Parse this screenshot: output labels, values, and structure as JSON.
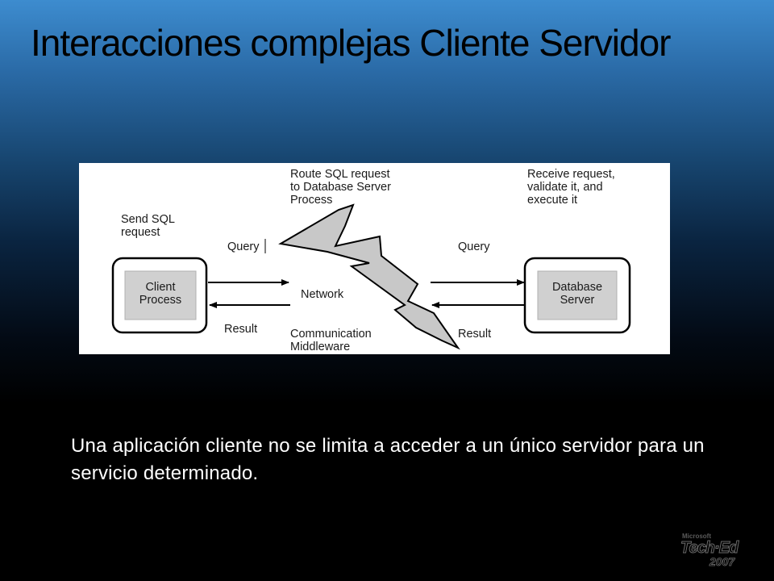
{
  "slide": {
    "title": "Interacciones complejas Cliente Servidor",
    "body": "Una aplicación cliente no se limita a acceder a un único servidor para un servicio determinado."
  },
  "diagram": {
    "send_sql": "Send SQL\nrequest",
    "query_left": "Query",
    "result_left": "Result",
    "client_box": "Client\nProcess",
    "route": "Route SQL request\nto Database Server\nProcess",
    "network": "Network",
    "middleware": "Communication\nMiddleware",
    "receive": "Receive request,\nvalidate it, and\nexecute it",
    "query_right": "Query",
    "result_right": "Result",
    "server_box": "Database\nServer"
  },
  "logo": {
    "maker": "Microsoft",
    "brand": "Tech·Ed",
    "year": "2007"
  },
  "colors": {
    "title_text": "#000000",
    "body_text": "#ffffff",
    "bolt_fill": "#c8c8c8",
    "inner_box_fill": "#d0d0d0"
  }
}
